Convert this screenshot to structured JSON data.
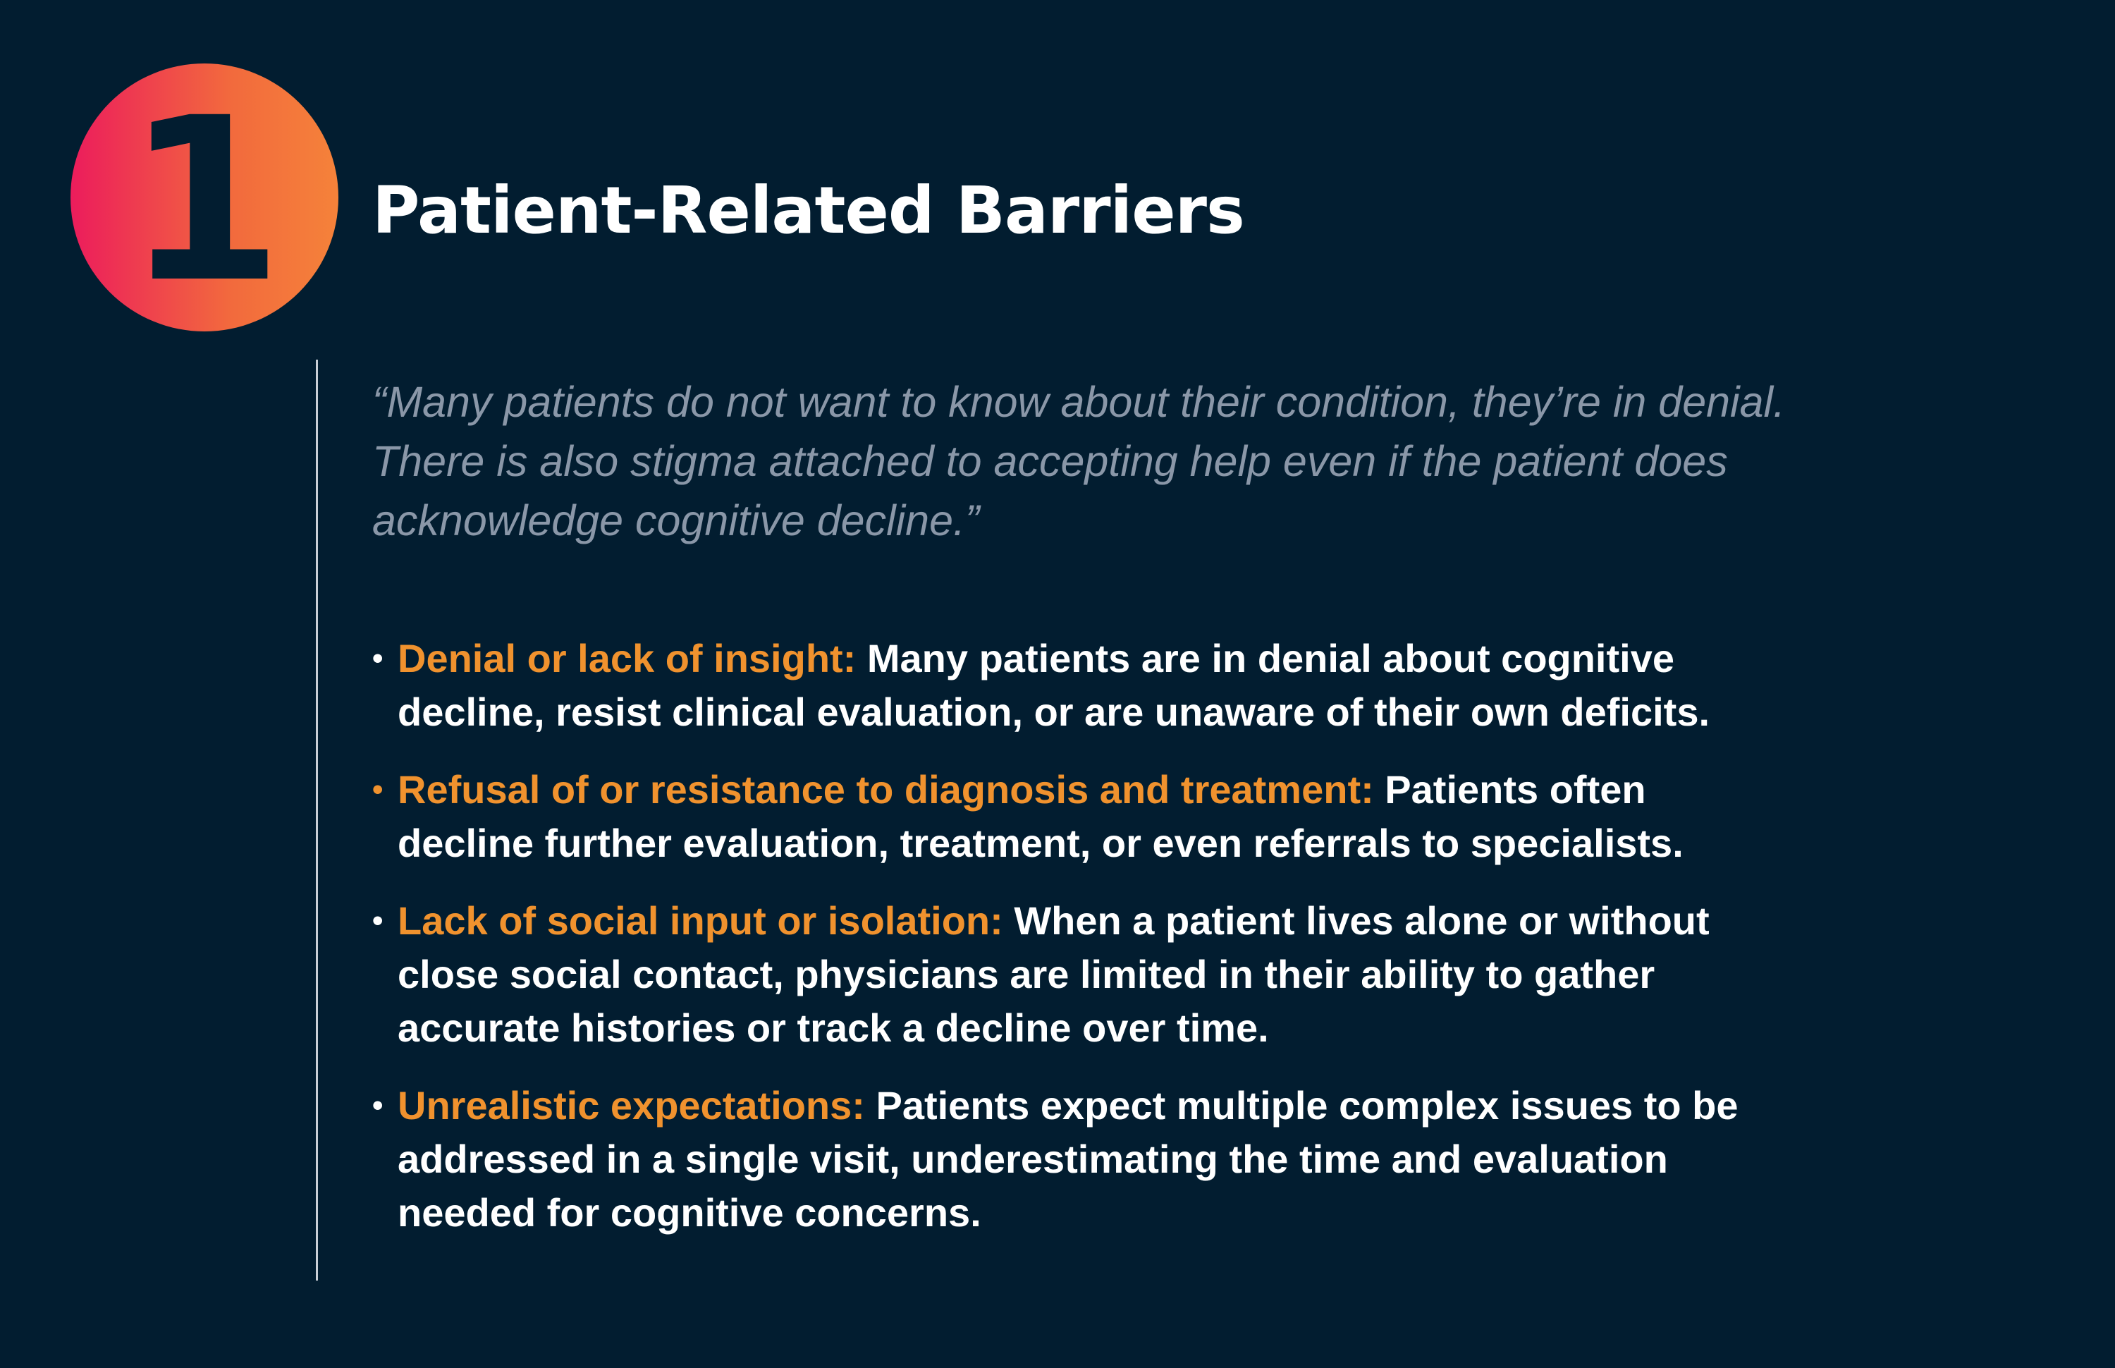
{
  "badge": {
    "number": "1"
  },
  "title": "Patient-Related Barriers",
  "quote": "“Many patients do not want to know about their condition, they’re in denial. There is also stigma attached to accepting help even if the patient does acknowledge cognitive decline.”",
  "colors": {
    "background": "#021d30",
    "accent_orange": "#f0922e",
    "badge_gradient_start": "#ec1c5c",
    "badge_gradient_end": "#f5823a",
    "quote_text": "#8a97a8",
    "body_text": "#ffffff"
  },
  "items": [
    {
      "label": "Denial or lack of insight:",
      "text": " Many patients are in denial about cognitive decline, resist clinical evaluation, or are unaware of their own deficits."
    },
    {
      "label": "Refusal of or resistance to diagnosis and treatment:",
      "text": " Patients often decline further evaluation, treatment, or even referrals to specialists."
    },
    {
      "label": "Lack of social input or isolation:",
      "text": " When a patient lives alone or without close social contact, physicians are limited in their ability to gather accurate histories or track a decline over time."
    },
    {
      "label": "Unrealistic expectations:",
      "text": " Patients expect multiple complex issues to be addressed in a single visit, underestimating the time and evaluation needed for cognitive concerns."
    }
  ]
}
